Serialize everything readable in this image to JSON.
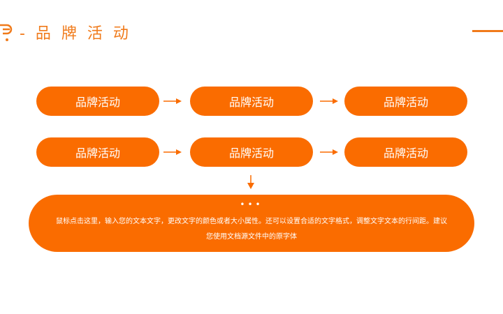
{
  "header": {
    "title": "- 品 牌 活 动",
    "accent_color": "#f07a1a"
  },
  "flow": {
    "row1": [
      "品牌活动",
      "品牌活动",
      "品牌活动"
    ],
    "row2": [
      "品牌活动",
      "品牌活动",
      "品牌活动"
    ],
    "pill_color": "#fa6c00"
  },
  "panel": {
    "dots": "•••",
    "text": "鼠标点击这里，输入您的文本文字，更改文字的颜色或者大小属性。还可以设置合适的文字格式，调整文字文本的行间距。建议您使用文档源文件中的原字体"
  }
}
